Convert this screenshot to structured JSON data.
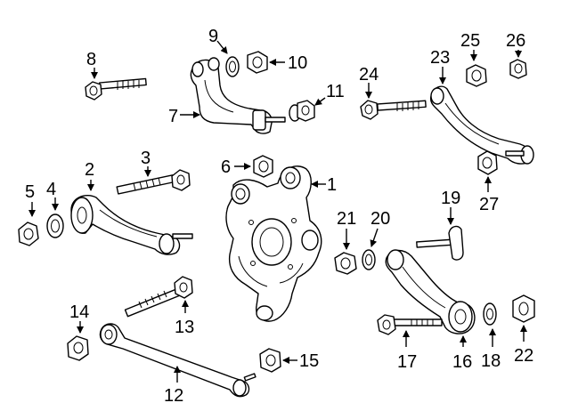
{
  "callouts": {
    "p1": "1",
    "p2": "2",
    "p3": "3",
    "p4": "4",
    "p5": "5",
    "p6": "6",
    "p7": "7",
    "p8": "8",
    "p9": "9",
    "p10": "10",
    "p11": "11",
    "p12": "12",
    "p13": "13",
    "p14": "14",
    "p15": "15",
    "p16": "16",
    "p17": "17",
    "p18": "18",
    "p19": "19",
    "p20": "20",
    "p21": "21",
    "p22": "22",
    "p23": "23",
    "p24": "24",
    "p25": "25",
    "p26": "26",
    "p27": "27"
  }
}
